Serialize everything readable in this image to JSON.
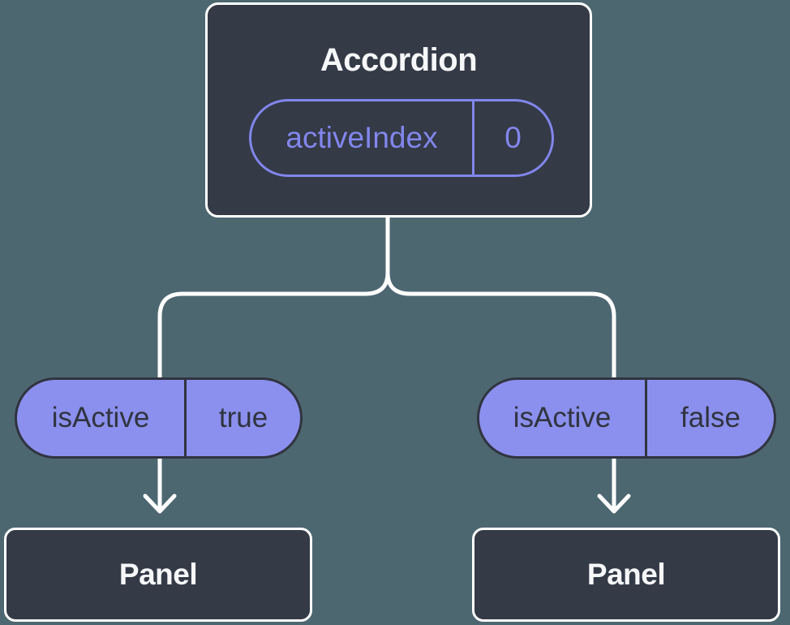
{
  "diagram": {
    "root": {
      "title": "Accordion",
      "prop_name": "activeIndex",
      "prop_value": "0"
    },
    "branches": [
      {
        "prop_name": "isActive",
        "prop_value": "true",
        "child_title": "Panel"
      },
      {
        "prop_name": "isActive",
        "prop_value": "false",
        "child_title": "Panel"
      }
    ],
    "colors": {
      "background": "#4D6771",
      "node_fill": "#343A46",
      "node_border": "#FFFFFF",
      "node_text": "#F6F7F9",
      "accent_purple": "#8286EC",
      "pill_fill": "#8B90EE",
      "pill_text": "#30343F",
      "connector": "#FFFFFF"
    }
  }
}
